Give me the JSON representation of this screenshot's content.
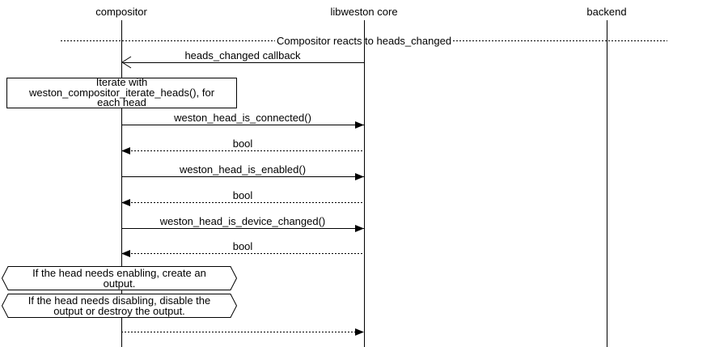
{
  "colors": {
    "background": "#ffffff",
    "line": "#000000",
    "text": "#000000"
  },
  "participants": [
    {
      "name": "compositor"
    },
    {
      "name": "libweston core"
    },
    {
      "name": "backend"
    }
  ],
  "divider": {
    "text": "Compositor reacts to heads_changed"
  },
  "messages": [
    {
      "label": "heads_changed callback",
      "from": "libweston core",
      "to": "compositor",
      "line": "solid",
      "arrow": "open"
    },
    {
      "label": "weston_head_is_connected()",
      "from": "compositor",
      "to": "libweston core",
      "line": "solid",
      "arrow": "filled"
    },
    {
      "label": "bool",
      "from": "libweston core",
      "to": "compositor",
      "line": "dotted",
      "arrow": "filled"
    },
    {
      "label": "weston_head_is_enabled()",
      "from": "compositor",
      "to": "libweston core",
      "line": "solid",
      "arrow": "filled"
    },
    {
      "label": "bool",
      "from": "libweston core",
      "to": "compositor",
      "line": "dotted",
      "arrow": "filled"
    },
    {
      "label": "weston_head_is_device_changed()",
      "from": "compositor",
      "to": "libweston core",
      "line": "solid",
      "arrow": "filled"
    },
    {
      "label": "bool",
      "from": "libweston core",
      "to": "compositor",
      "line": "dotted",
      "arrow": "filled"
    },
    {
      "label": "",
      "from": "compositor",
      "to": "libweston core",
      "line": "dotted",
      "arrow": "filled"
    }
  ],
  "note": {
    "text": "Iterate with\nweston_compositor_iterate_heads(), for\neach head"
  },
  "hnotes": [
    {
      "text": "If the head needs enabling, create an\noutput."
    },
    {
      "text": "If the head needs disabling, disable the\noutput or destroy the output."
    }
  ]
}
